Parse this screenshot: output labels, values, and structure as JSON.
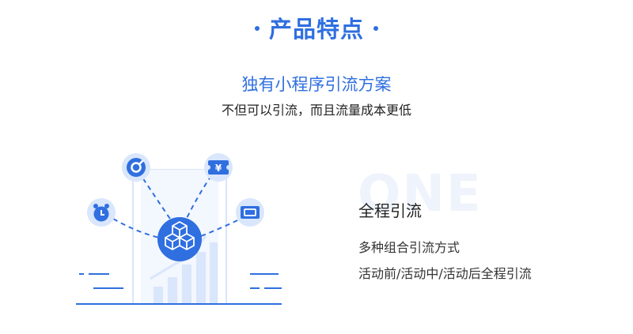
{
  "header": {
    "title": "产品特点"
  },
  "intro": {
    "subtitle": "独有小程序引流方案",
    "tagline": "不但可以引流，而且流量成本更低"
  },
  "feature": {
    "watermark": "ONE",
    "title": "全程引流",
    "desc_1": "多种组合引流方式",
    "desc_2": "活动前/活动中/活动后全程引流"
  },
  "icons": {
    "coupon_symbol": "¥"
  },
  "colors": {
    "accent": "#2f6fe0",
    "accent_light": "#d9e6fb",
    "watermark": "#eef3fc",
    "text": "#222222"
  }
}
